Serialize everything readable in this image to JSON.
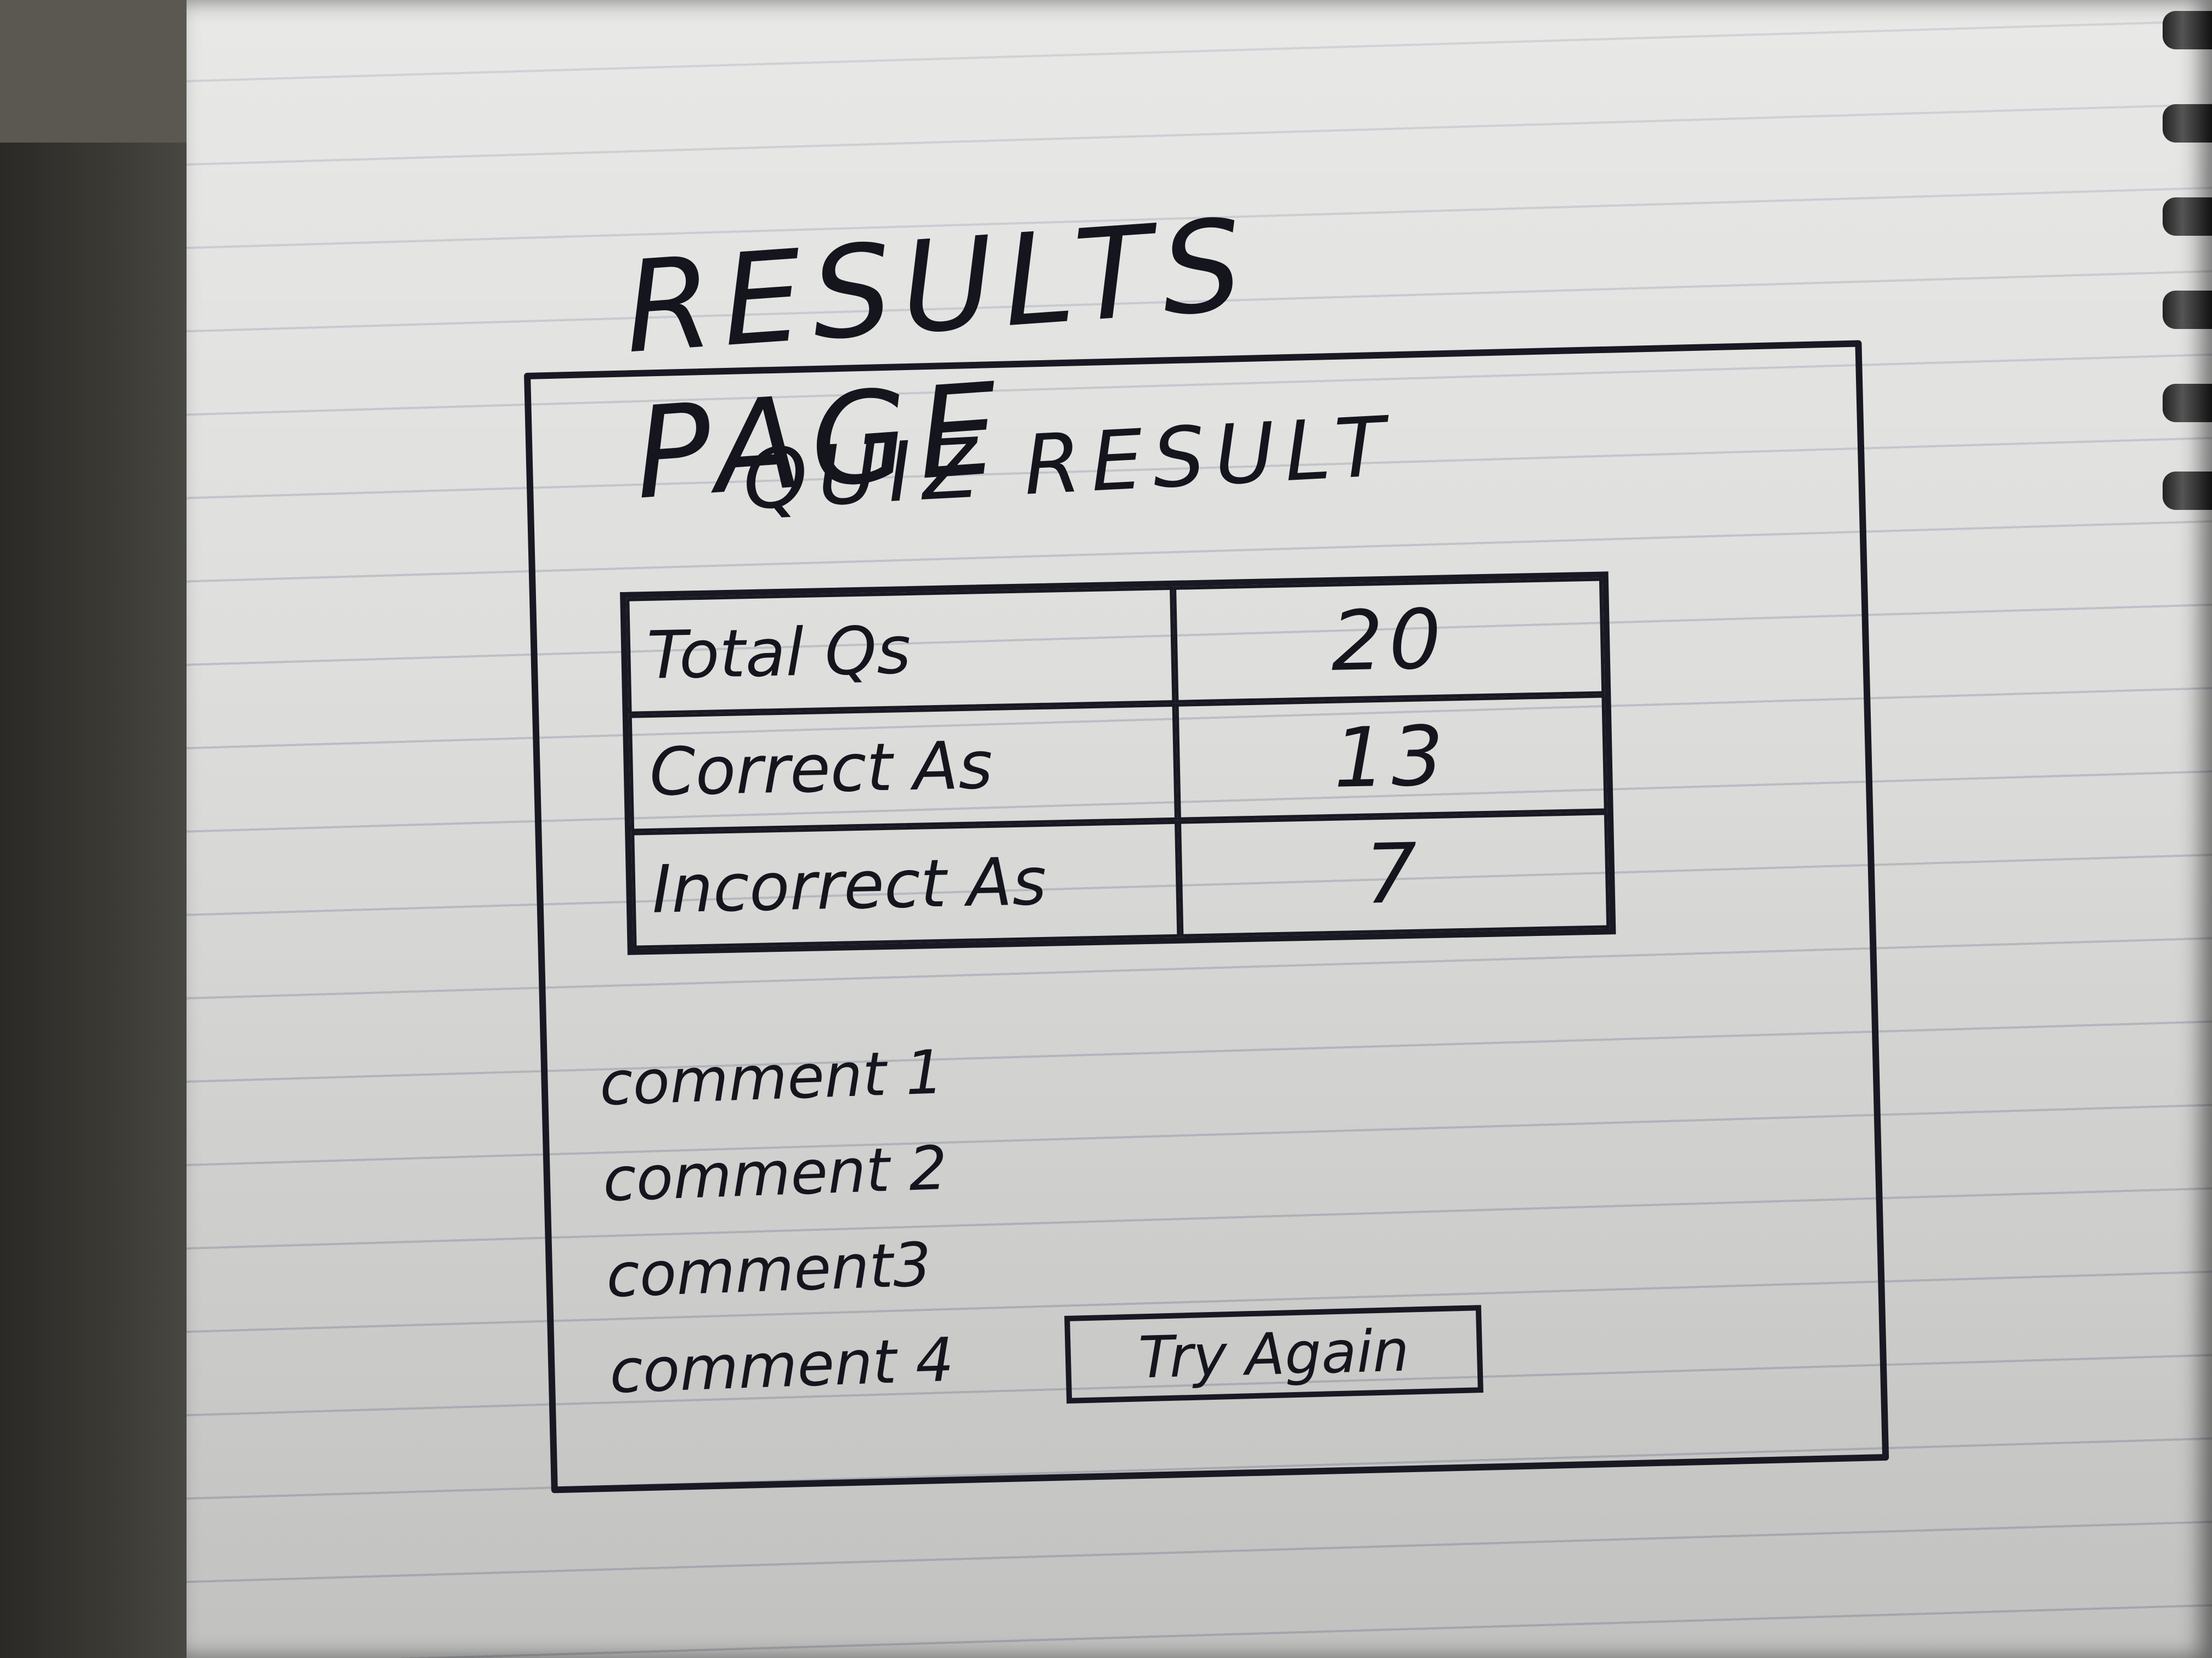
{
  "sketch": {
    "page_title": "RESULTS PAGE",
    "card": {
      "title": "QUIZ RESULT",
      "table": [
        {
          "label": "Total Qs",
          "value": "20"
        },
        {
          "label": "Correct As",
          "value": "13"
        },
        {
          "label": "Incorrect As",
          "value": "7"
        }
      ],
      "comments": [
        "comment 1",
        "comment 2",
        "comment3",
        "comment 4"
      ],
      "button_label": "Try Again"
    }
  },
  "colors": {
    "ink": "#14151d",
    "paper": "#dcdcda",
    "rule_lines": "#b9bcc3"
  }
}
